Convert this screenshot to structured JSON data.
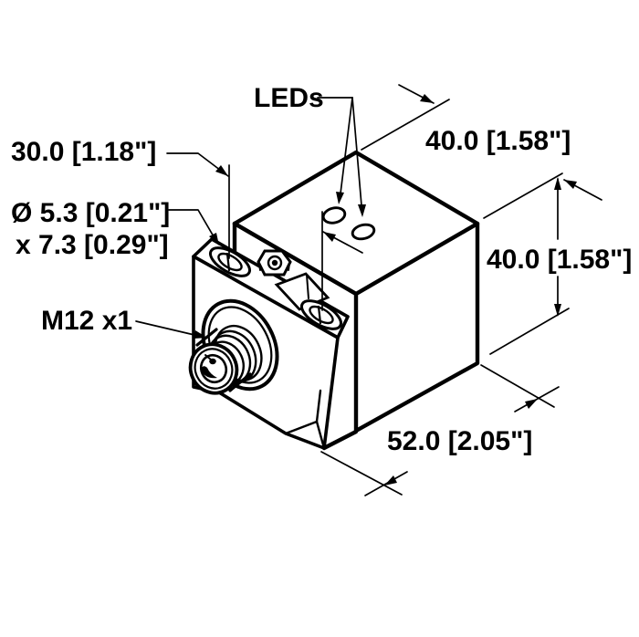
{
  "page": {
    "background": "#ffffff",
    "line_color": "#000000"
  },
  "labels": {
    "leds": "LEDs",
    "top_width": "40.0 [1.58\"]",
    "side_height": "40.0 [1.58\"]",
    "depth": "52.0 [2.05\"]",
    "mount_hole_spacing": "30.0 [1.18\"]",
    "mount_slot_line1": "Ø 5.3 [0.21\"]",
    "mount_slot_line2": "x 7.3 [0.29\"]",
    "connector_thread": "M12 x1"
  }
}
